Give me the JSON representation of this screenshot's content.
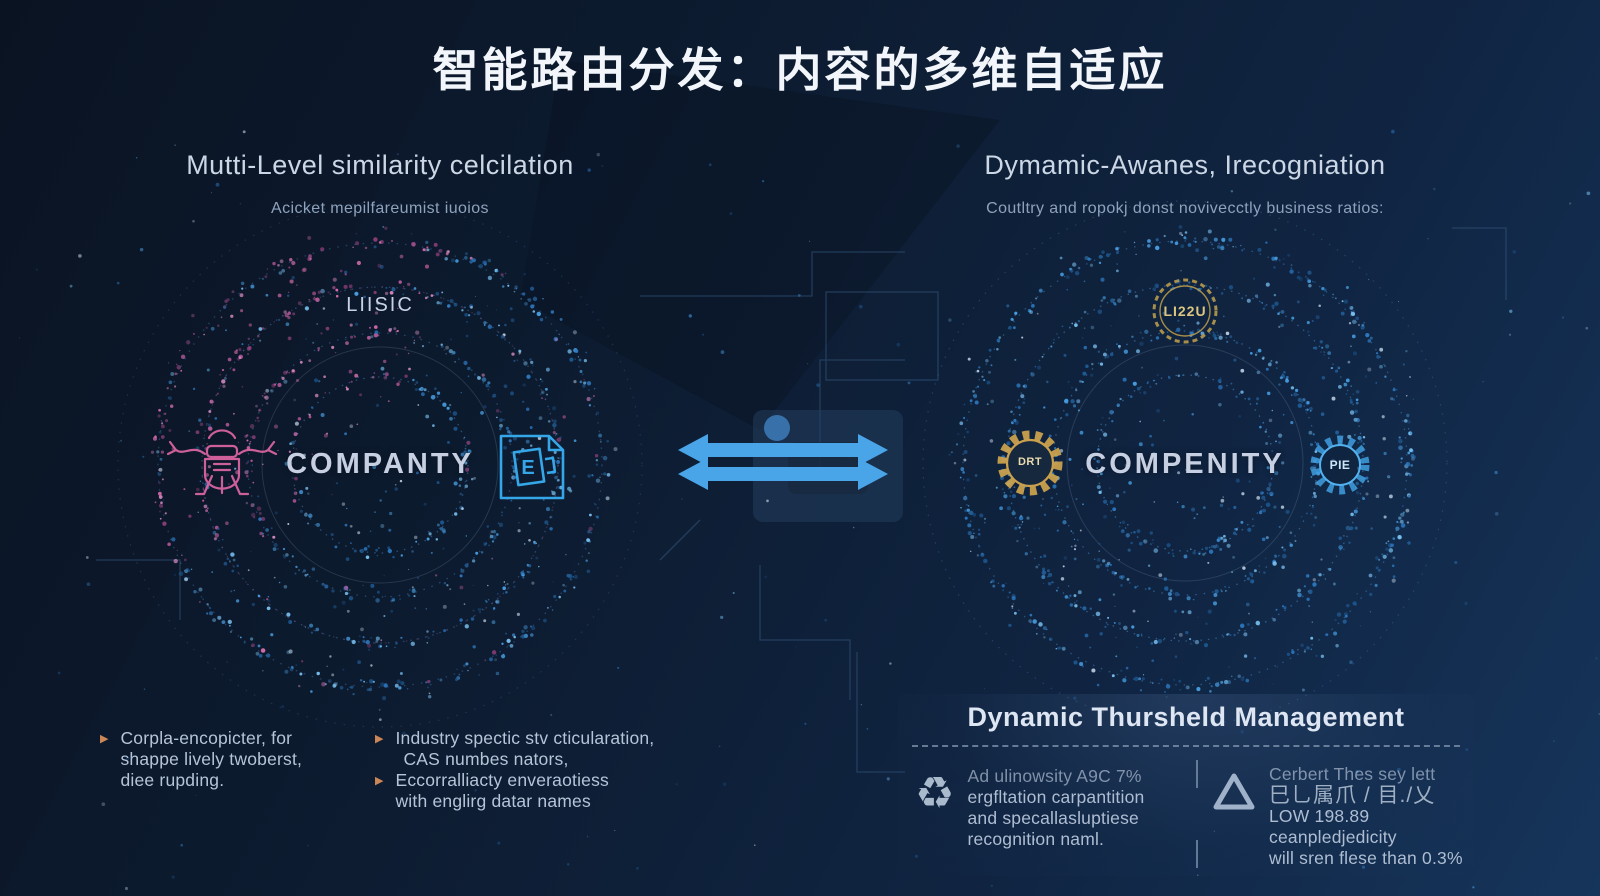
{
  "title": "智能路由分发：内容的多维自适应",
  "left": {
    "heading": "Mutti-Level similarity celcilation",
    "subheading": "Acicket mepilfareumist iuoios",
    "ring_label": "LIISIC",
    "center_label": "COMPANTY",
    "bullet1": {
      "l1": "Corpla-encopicter, for",
      "l2": "shappe lively twoberst,",
      "l3": "diee rupding."
    },
    "bullet2": {
      "l1": "Industry spectic stv cticularation,",
      "l2": "CAS numbes nators,"
    },
    "bullet3": {
      "l1": "Eccorralliacty enveraotiess",
      "l2": "with englirg datar names"
    }
  },
  "right": {
    "heading": "Dymamic-Awanes, Irecogniation",
    "subheading": "Coutltry and ropokj donst novivecctly business ratios:",
    "badge_label": "LI22U",
    "center_label": "COMPENITY",
    "gear_left_label": "DRT",
    "gear_right_label": "PIE"
  },
  "panel": {
    "heading": "Dynamic Thursheld Management",
    "item1": {
      "icon": "recycle-icon",
      "glyph": "♻",
      "l1": "Ad ulinowsity A9C 7%",
      "l2": "ergfltation carpantition",
      "l3": "and specallasluptiese",
      "l4": "recognition naml."
    },
    "item2": {
      "icon": "warning-triangle-icon",
      "l1": "Cerbert Thes sey lett",
      "l2": "巳乚属爪 / 目./乂",
      "l3": "LOW 198.89 ceanpledjedicity",
      "l4": "will sren flese than 0.3%"
    }
  },
  "colors": {
    "background_navy": "#0d1b30",
    "arrow_blue": "#4aa4e8",
    "accent_pink": "#d864a0",
    "accent_cyan": "#35a7e8",
    "accent_gold": "#c9a14e",
    "bullet_orange": "#cd8756"
  }
}
